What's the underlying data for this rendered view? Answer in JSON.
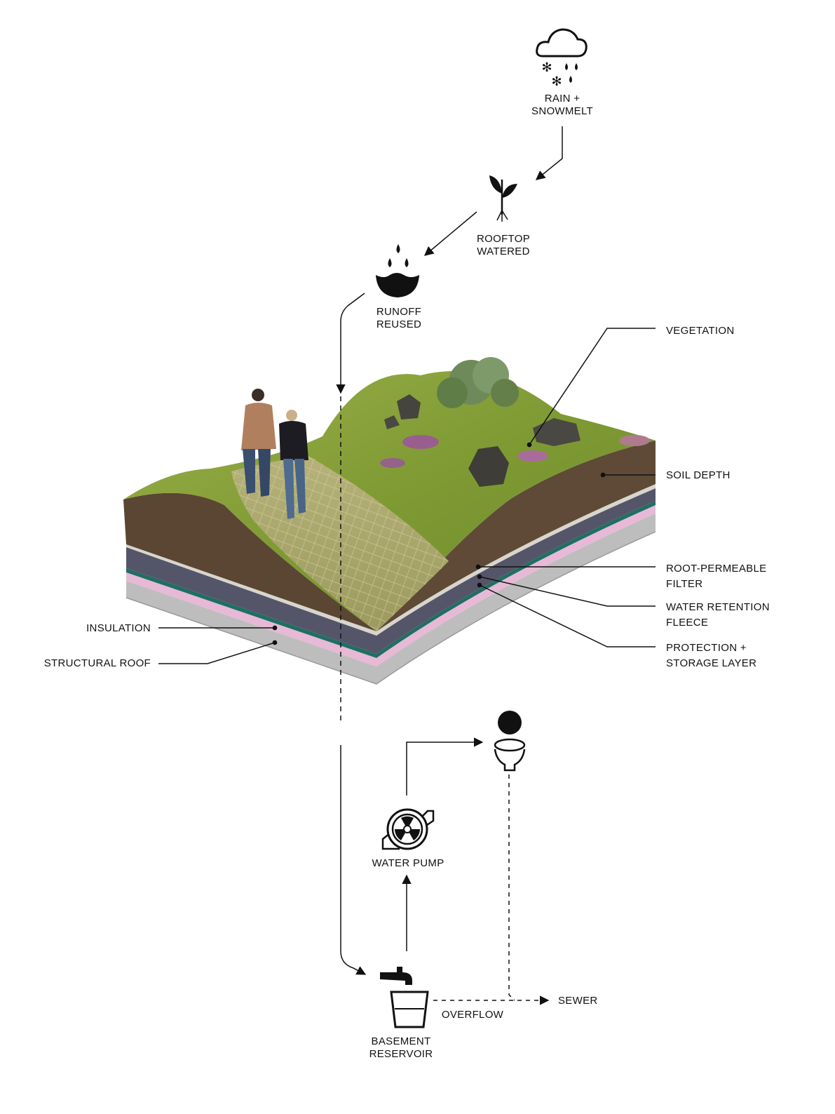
{
  "flow": {
    "rain": [
      "RAIN +",
      "SNOWMELT"
    ],
    "rooftop": [
      "ROOFTOP",
      "WATERED"
    ],
    "runoff": [
      "RUNOFF",
      "REUSED"
    ],
    "pump": "WATER PUMP",
    "reservoir": [
      "BASEMENT",
      "RESERVOIR"
    ],
    "overflow": "OVERFLOW",
    "sewer": "SEWER"
  },
  "layers": {
    "vegetation": "VEGETATION",
    "soil": "SOIL DEPTH",
    "filter": [
      "ROOT-PERMEABLE",
      "FILTER"
    ],
    "fleece": [
      "WATER RETENTION",
      "FLEECE"
    ],
    "protection": [
      "PROTECTION +",
      "STORAGE LAYER"
    ],
    "insulation": "INSULATION",
    "structural": "STRUCTURAL ROOF"
  },
  "icons": [
    "cloud-rain-snow-icon",
    "seedling-icon",
    "water-drops-bowl-icon",
    "water-pump-icon",
    "toilet-icon",
    "faucet-bucket-icon"
  ],
  "colors": {
    "ink": "#111111",
    "grass": "#7f9a33",
    "soil": "#5a4633",
    "gravel": "#55556a",
    "fleece": "#1f6f63",
    "insulation": "#e7b9d6",
    "concrete": "#bdbdbd"
  }
}
